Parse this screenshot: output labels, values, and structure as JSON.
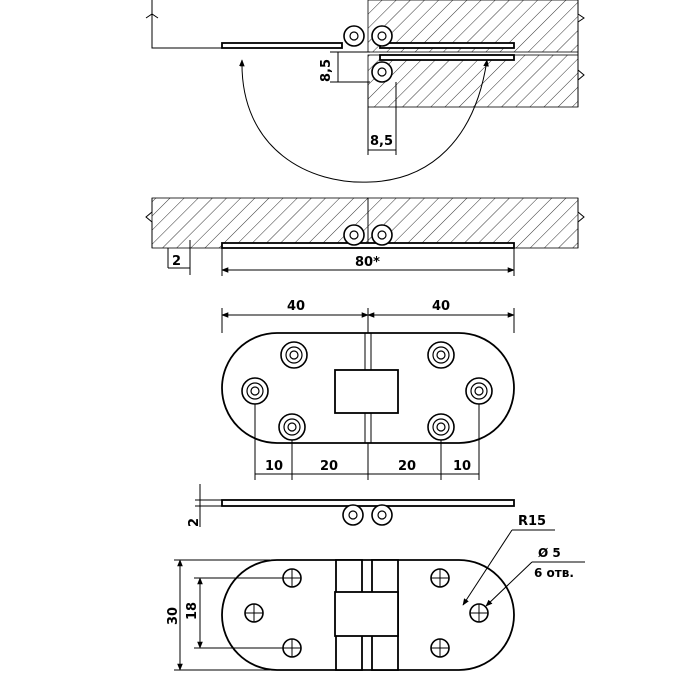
{
  "dimensions": {
    "gap_vertical": "8,5",
    "gap_horizontal": "8,5",
    "thickness_top": "2",
    "overall_length": "80*",
    "half_length_left": "40",
    "half_length_right": "40",
    "hole_offset_left_outer": "10",
    "hole_offset_left_inner": "20",
    "hole_offset_right_inner": "20",
    "hole_offset_right_outer": "10",
    "thickness_side": "2",
    "radius": "R15",
    "hole_diameter": "Ø 5",
    "hole_count": "6 отв.",
    "width_total": "30",
    "width_holes": "18"
  }
}
